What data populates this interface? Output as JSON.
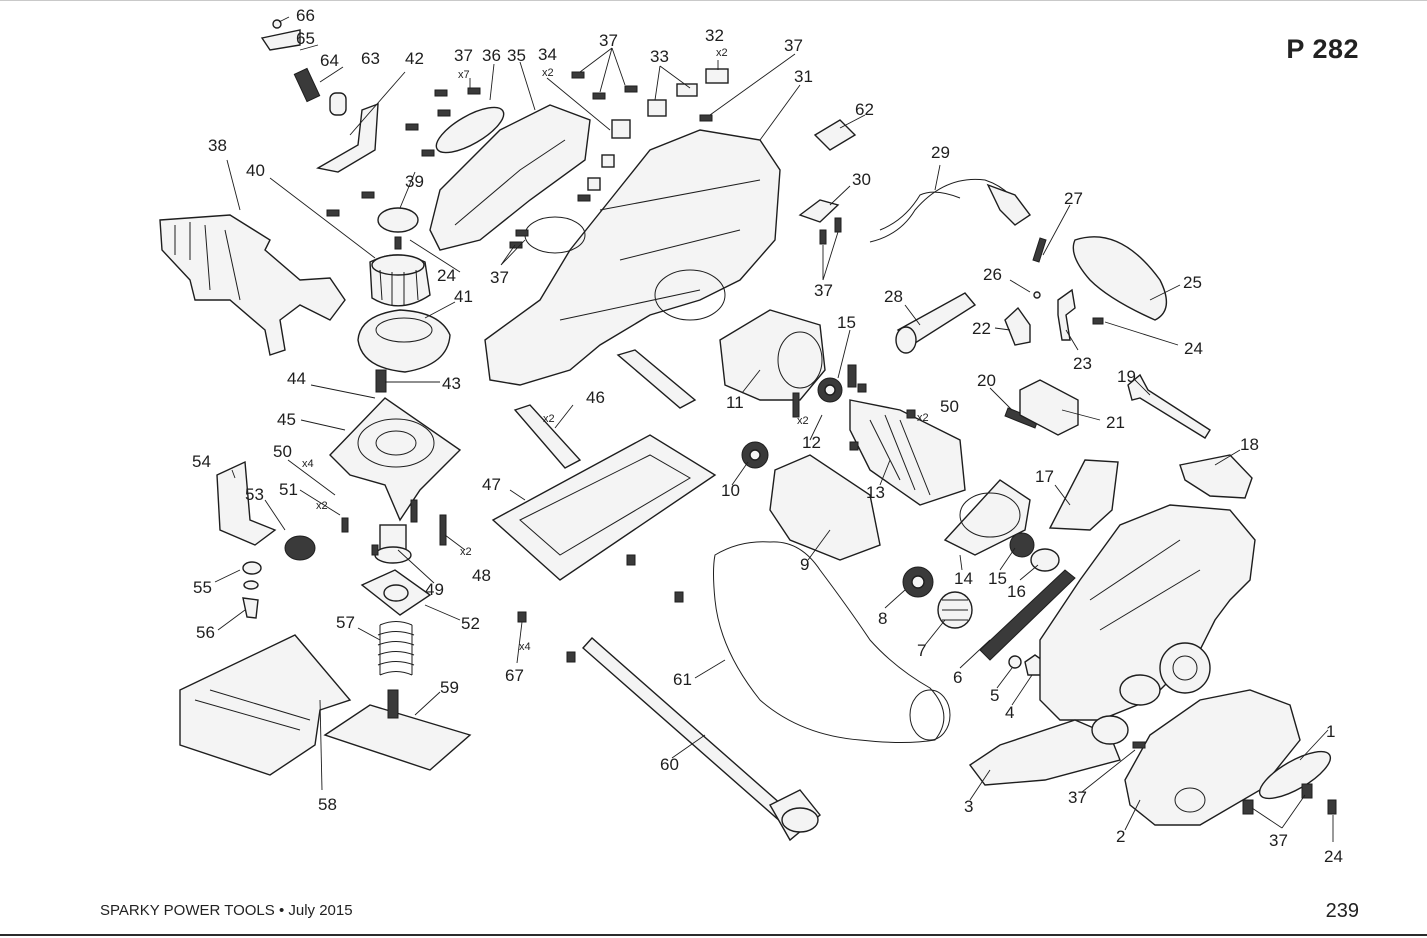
{
  "model": "P 282",
  "footer": {
    "brand": "SPARKY POWER TOOLS • July 2015",
    "page": "239"
  },
  "part_numbers": [
    "1",
    "2",
    "3",
    "4",
    "5",
    "6",
    "7",
    "8",
    "9",
    "10",
    "11",
    "12",
    "13",
    "14",
    "15",
    "15",
    "16",
    "17",
    "18",
    "19",
    "20",
    "21",
    "22",
    "23",
    "24",
    "24",
    "24",
    "25",
    "26",
    "27",
    "28",
    "29",
    "30",
    "31",
    "32",
    "33",
    "34",
    "35",
    "36",
    "37",
    "37",
    "37",
    "37",
    "37",
    "37",
    "37",
    "38",
    "39",
    "40",
    "41",
    "42",
    "43",
    "44",
    "45",
    "46",
    "47",
    "48",
    "49",
    "50",
    "50",
    "51",
    "52",
    "53",
    "54",
    "55",
    "56",
    "57",
    "58",
    "59",
    "60",
    "61",
    "62",
    "63",
    "64",
    "65",
    "66",
    "67"
  ],
  "quantity_marks": [
    "x7",
    "x2",
    "x2",
    "x2",
    "x2",
    "x2",
    "x4",
    "x2",
    "x2",
    "x4"
  ]
}
